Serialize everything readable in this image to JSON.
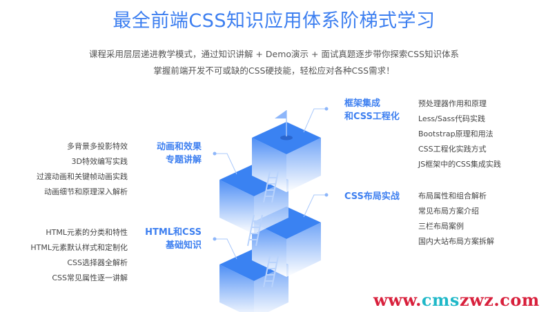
{
  "title": "最全前端CSS知识应用体系阶梯式学习",
  "subtitle_lines": [
    "课程采用层层递进教学模式，通过知识讲解 + Demo演示 + 面试真题逐步带你探索CSS知识体系",
    "掌握前端开发不可或缺的CSS硬技能，轻松应对各种CSS需求！"
  ],
  "sections": [
    {
      "label": [
        "HTML和CSS",
        "基础知识"
      ],
      "items": [
        "HTML元素的分类和特性",
        "HTML元素默认样式和定制化",
        "CSS选择器全解析",
        "CSS常见属性逐一讲解"
      ]
    },
    {
      "label": [
        "CSS布局实战"
      ],
      "items": [
        "布局属性和组合解析",
        "常见布局方案介绍",
        "三栏布局案例",
        "国内大站布局方案拆解"
      ]
    },
    {
      "label": [
        "动画和效果",
        "专题讲解"
      ],
      "items": [
        "多背景多投影特效",
        "3D特效编写实践",
        "过渡动画和关键帧动画实践",
        "动画细节和原理深入解析"
      ]
    },
    {
      "label": [
        "框架集成",
        "和CSS工程化"
      ],
      "items": [
        "预处理器作用和原理",
        "Less/Sass代码实践",
        "Bootstrap原理和用法",
        "CSS工程化实践方式",
        "JS框架中的CSS集成实践"
      ]
    }
  ],
  "watermark": {
    "a": "www.",
    "b": "cms",
    "c": "zwz.com"
  },
  "colors": {
    "accent": "#3d7ff0",
    "block": "#3a82f2"
  }
}
